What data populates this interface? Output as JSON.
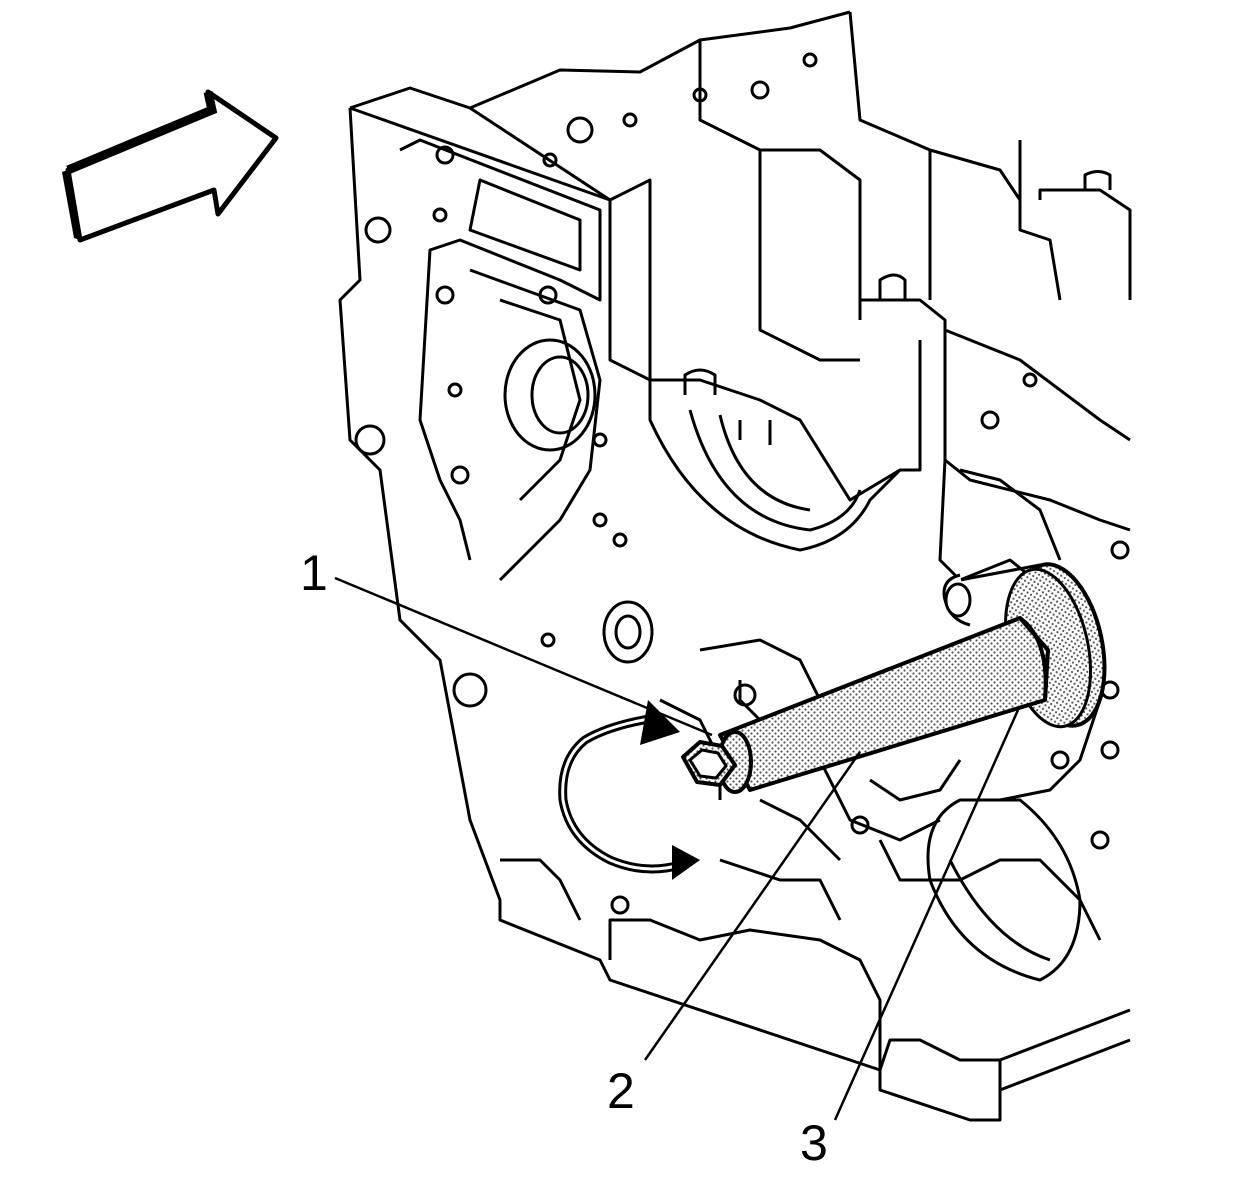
{
  "callouts": {
    "c1": "1",
    "c2": "2",
    "c3": "3"
  },
  "colors": {
    "line": "#000000",
    "background": "#ffffff",
    "tool_fill": "#bdbdbd"
  },
  "icons": {
    "direction_arrow": "view-direction-arrow-icon",
    "rotation_arrow": "clockwise-rotation-icon"
  }
}
